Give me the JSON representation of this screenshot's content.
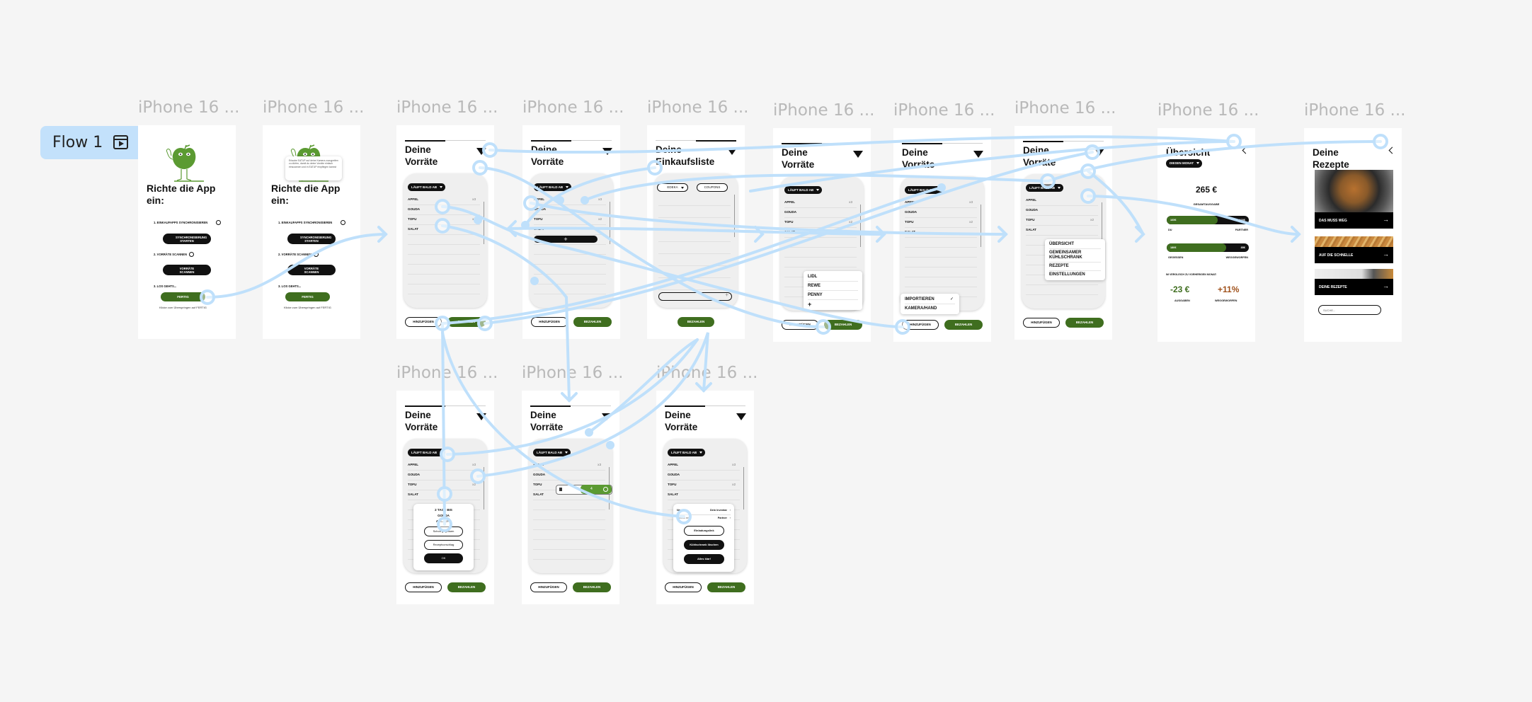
{
  "flow": {
    "label": "Flow 1",
    "icon": "play-frame-icon"
  },
  "colors": {
    "accent_green": "#3f6e1f",
    "mascot_green": "#5b9a32",
    "connector": "#bfe0fb",
    "expense_up": "#a0521c"
  },
  "frames": [
    {
      "label": "iPhone 16 ...",
      "kind": "setup",
      "title": "Richte die App ein:",
      "steps": [
        {
          "text": "1. EINKAUFAPPS SYNCHRONISIEREN",
          "button": "SYNCHRONISIERUNG STARTEN"
        },
        {
          "text": "2. VORRÄTE SCANNEN",
          "button": "VORRÄTE SCANNEN"
        },
        {
          "text": "3. LOS GEHTS..."
        }
      ],
      "done": "FERTIG",
      "hint": "Klicke zum Überspringen auf FERTIG"
    },
    {
      "label": "iPhone 16 ...",
      "kind": "setup",
      "title": "Richte die App ein:",
      "steps": [
        {
          "text": "1. EINKAUFAPPS SYNCHRONISIEREN",
          "button": "SYNCHRONISIERUNG STARTEN"
        },
        {
          "text": "2. VORRÄTE SCANNEN",
          "button": "VORRÄTE SCANNEN"
        },
        {
          "text": "3. LOS GEHTS..."
        }
      ],
      "done": "FERTIG",
      "hint": "Klicke zum Überspringen auf FERTIG",
      "tooltip": "Erlaube EATUP auf deine Kamera zuzugreifen zu dürfen, damit du deine Vorräte einfach einscannen und in EATUP einpflegen kannst"
    },
    {
      "label": "iPhone 16 ...",
      "kind": "vorraete",
      "title": "Deine Vorräte",
      "filter": "LÄUFT BALD AB",
      "items": [
        {
          "name": "APFEL",
          "qty": "x3"
        },
        {
          "name": "GOUDA",
          "qty": ""
        },
        {
          "name": "TOFU",
          "qty": "x2"
        },
        {
          "name": "SALAT",
          "qty": ""
        }
      ],
      "add": "HINZUFÜGEN",
      "pay": "BEZAHLEN"
    },
    {
      "label": "iPhone 16 ...",
      "kind": "vorraete",
      "title": "Deine Vorräte",
      "filter": "LÄUFT BALD AB",
      "items": [
        {
          "name": "APFEL",
          "qty": "x3"
        },
        {
          "name": "GOUDA",
          "qty": ""
        },
        {
          "name": "TOFU",
          "qty": "x2"
        },
        {
          "name": "SALAT",
          "qty": ""
        }
      ],
      "add": "HINZUFÜGEN",
      "pay": "BEZAHLEN",
      "add_row": "+"
    },
    {
      "label": "iPhone 16 ...",
      "kind": "einkauf",
      "title": "Deine Einkaufsliste",
      "store": "EDEKA",
      "coupons": "COUPONS",
      "input_add": "+",
      "pay": "BEZAHLEN"
    },
    {
      "label": "iPhone 16 ...",
      "kind": "vorraete",
      "title": "Deine Vorräte",
      "filter": "LÄUFT BALD AB",
      "items": [
        {
          "name": "APFEL",
          "qty": "x3"
        },
        {
          "name": "GOUDA",
          "qty": ""
        },
        {
          "name": "TOFU",
          "qty": "x2"
        },
        {
          "name": "SALAT",
          "qty": ""
        }
      ],
      "add": "HINZUFÜGEN",
      "pay": "BEZAHLEN",
      "menu": {
        "type": "stores",
        "items": [
          "LIDL",
          "REWE",
          "PENNY",
          "+"
        ]
      }
    },
    {
      "label": "iPhone 16 ...",
      "kind": "vorraete",
      "title": "Deine Vorräte",
      "filter": "LÄUFT BALD AB",
      "items": [
        {
          "name": "APFEL",
          "qty": "x3"
        },
        {
          "name": "GOUDA",
          "qty": ""
        },
        {
          "name": "TOFU",
          "qty": "x2"
        },
        {
          "name": "SALAT",
          "qty": ""
        }
      ],
      "add": "HINZUFÜGEN",
      "pay": "BEZAHLEN",
      "menu": {
        "type": "import",
        "items": [
          {
            "label": "IMPORTIEREN",
            "checked": true,
            "check": "✓"
          },
          {
            "label": "KAMERA/HAND",
            "checked": false
          }
        ]
      }
    },
    {
      "label": "iPhone 16 ...",
      "kind": "vorraete",
      "title": "Deine Vorräte",
      "filter": "LÄUFT BALD AB",
      "items": [
        {
          "name": "APFEL",
          "qty": "x3"
        },
        {
          "name": "GOUDA",
          "qty": ""
        },
        {
          "name": "TOFU",
          "qty": "x2"
        },
        {
          "name": "SALAT",
          "qty": ""
        }
      ],
      "add": "HINZUFÜGEN",
      "pay": "BEZAHLEN",
      "menu": {
        "type": "nav",
        "items": [
          "ÜBERSICHT",
          "GEMEINSAMER KÜHLSCHRANK",
          "REZEPTE",
          "EINSTELLUNGEN"
        ]
      }
    },
    {
      "label": "iPhone 16 ...",
      "kind": "overview",
      "title": "Übersicht",
      "period": "DIESEN MONAT",
      "total": "265 €",
      "total_label": "GESAMTAUSGABE",
      "bars": [
        {
          "left_value": "165€",
          "right_value": "100€",
          "left_label": "DU",
          "right_label": "PARTNER",
          "fill_fraction": 0.62
        },
        {
          "left_value": "180€",
          "right_value": "85€",
          "left_label": "GEGESSEN",
          "right_label": "WEGGEWORFEN",
          "fill_fraction": 0.72
        }
      ],
      "compare_label": "IM VERGLEICH ZU VORHERIGEN MONAT:",
      "stats": [
        {
          "value": "-23 €",
          "label": "AUSGABEN"
        },
        {
          "value": "+11%",
          "label": "WEGGEWORFEN"
        }
      ]
    },
    {
      "label": "iPhone 16 ...",
      "kind": "recipes",
      "title": "Deine Rezepte",
      "cards": [
        {
          "label": "DAS MUSS WEG"
        },
        {
          "label": "AUF DIE SCHNELLE"
        },
        {
          "label": "DEINE REZEPTE"
        }
      ],
      "search_placeholder": "SUCHE..."
    },
    {
      "label": "iPhone 16 ...",
      "kind": "vorraete",
      "title": "Deine Vorräte",
      "filter": "LÄUFT BALD AB",
      "items": [
        {
          "name": "APFEL",
          "qty": "x3"
        },
        {
          "name": "GOUDA",
          "qty": ""
        },
        {
          "name": "TOFU",
          "qty": "x2"
        },
        {
          "name": "SALAT",
          "qty": ""
        }
      ],
      "add": "HINZUFÜGEN",
      "pay": "BEZAHLEN",
      "modal": {
        "type": "expiry",
        "lines": [
          "2 TAGE BIS",
          "GOUDA",
          "ABLÄUFT"
        ],
        "buttons": [
          "Schon gegessen",
          "Rezeptvorschlag",
          "OK"
        ]
      }
    },
    {
      "label": "iPhone 16 ...",
      "kind": "vorraete",
      "title": "Deine Vorräte",
      "filter": "LÄUFT BALD AB",
      "items": [
        {
          "name": "APFEL",
          "qty": "x3"
        },
        {
          "name": "GOUDA",
          "qty": ""
        },
        {
          "name": "TOFU",
          "qty": ""
        },
        {
          "name": "SALAT",
          "qty": ""
        }
      ],
      "add": "HINZUFÜGEN",
      "pay": "BEZAHLEN",
      "swipe": {
        "row": "TOFU",
        "value": "4"
      }
    },
    {
      "label": "iPhone 16 ...",
      "kind": "vorraete",
      "title": "Deine Vorräte",
      "filter": "LÄUFT BALD AB",
      "items": [
        {
          "name": "APFEL",
          "qty": "x3"
        },
        {
          "name": "GOUDA",
          "qty": ""
        },
        {
          "name": "TOFU",
          "qty": "x2"
        },
        {
          "name": "SALAT",
          "qty": ""
        }
      ],
      "add": "HINZUFÜGEN",
      "pay": "BEZAHLEN",
      "modal": {
        "type": "share",
        "rows": [
          {
            "key": "Name",
            "value": "Dein Inventar"
          },
          {
            "key": "Geteilt mit:",
            "value": "Partner"
          }
        ],
        "buttons": [
          "Einladungslink",
          "Kühlschrank löschen",
          "Alles klar!"
        ]
      }
    }
  ]
}
